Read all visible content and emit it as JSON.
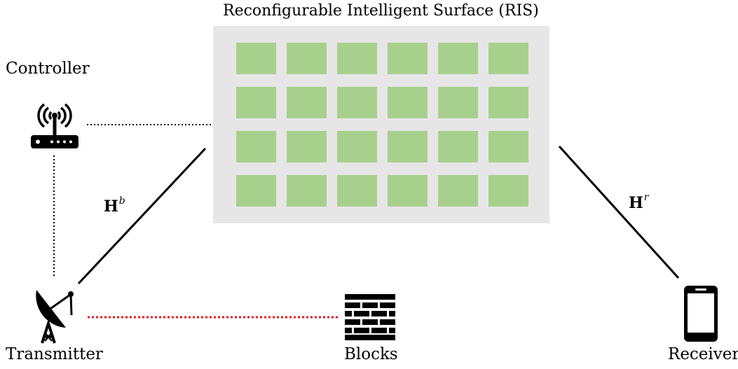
{
  "ris": {
    "title": "Reconfigurable Intelligent Surface (RIS)",
    "rows": 4,
    "columns": 6,
    "element_color": "#a8d08d",
    "panel_color": "#e6e6e6"
  },
  "nodes": {
    "controller": {
      "label": "Controller",
      "icon": "router-icon"
    },
    "transmitter": {
      "label": "Transmitter",
      "icon": "satellite-dish-icon"
    },
    "blocks": {
      "label": "Blocks",
      "icon": "brick-wall-icon"
    },
    "receiver": {
      "label": "Receiver",
      "icon": "smartphone-icon"
    }
  },
  "channels": {
    "hb": {
      "symbol": "H",
      "superscript": "b"
    },
    "hr": {
      "symbol": "H",
      "superscript": "r"
    }
  },
  "links": {
    "control_line_color": "#000000",
    "blocked_line_color": "#e41a1c"
  }
}
